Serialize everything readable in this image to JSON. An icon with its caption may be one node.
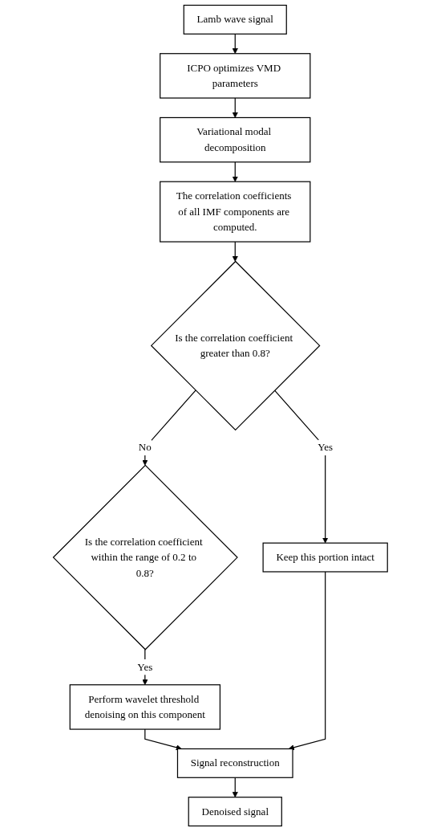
{
  "diagram": {
    "nodes": [
      {
        "text": [
          "Lamb wave signal"
        ]
      },
      {
        "text": [
          "ICPO optimizes VMD parameters"
        ]
      },
      {
        "text": [
          "Variational modal decomposition"
        ]
      },
      {
        "text": [
          "The correlation coefficients of all IMF components are computed."
        ]
      },
      {
        "text": [
          "Is the correlation coefficient greater than 0.8?"
        ]
      },
      {
        "text": [
          "Keep this portion intact"
        ]
      },
      {
        "text": [
          "Is the correlation coefficient within the range of 0.2 to 0.8?"
        ]
      },
      {
        "text": [
          "Perform wavelet threshold denoising on this component"
        ]
      },
      {
        "text": [
          "Signal reconstruction"
        ]
      },
      {
        "text": [
          "Denoised signal"
        ]
      }
    ],
    "edges": [
      {
        "from": 0,
        "to": 1,
        "arrow": "to"
      },
      {
        "from": 1,
        "to": 2,
        "arrow": "to"
      },
      {
        "from": 2,
        "to": 3,
        "arrow": "to"
      },
      {
        "from": 3,
        "to": 4,
        "arrow": "to"
      },
      {
        "from": 4,
        "to": 5,
        "arrow": "to",
        "label": "Yes"
      },
      {
        "from": 4,
        "to": 6,
        "arrow": "to",
        "label": "No"
      },
      {
        "from": 6,
        "to": 7,
        "arrow": "to",
        "label": "Yes"
      },
      {
        "from": 7,
        "to": 8,
        "arrow": "to"
      },
      {
        "from": 5,
        "to": 8,
        "arrow": "to"
      },
      {
        "from": 8,
        "to": 9,
        "arrow": "to"
      }
    ]
  }
}
